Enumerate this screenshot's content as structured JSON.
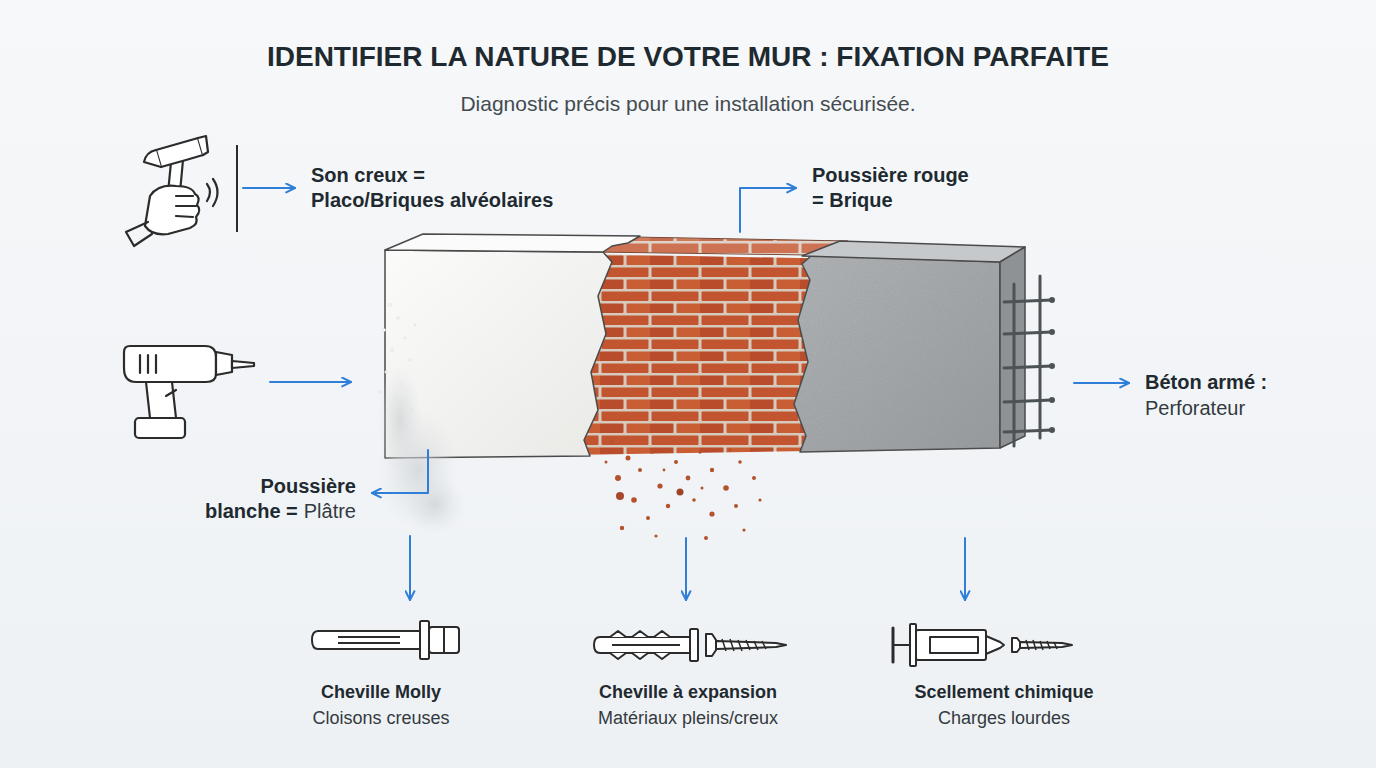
{
  "diagram": {
    "title": "IDENTIFIER LA NATURE DE VOTRE MUR : FIXATION PARFAITE",
    "caption": "Diagnostic précis pour une installation sécurisée.",
    "labels": [
      "Son creux = Placo/Briques alvéolaires",
      "Poussière rouge = Brique",
      "Béton armé :",
      "Perforateur",
      "Poussière blanche =",
      "Plâtre",
      "Cheville Molly",
      "Cloisons creuses",
      "Cheville à expansion",
      "Matériaux pleins/creux",
      "Scellement chimique",
      "Charges lourdes"
    ]
  }
}
